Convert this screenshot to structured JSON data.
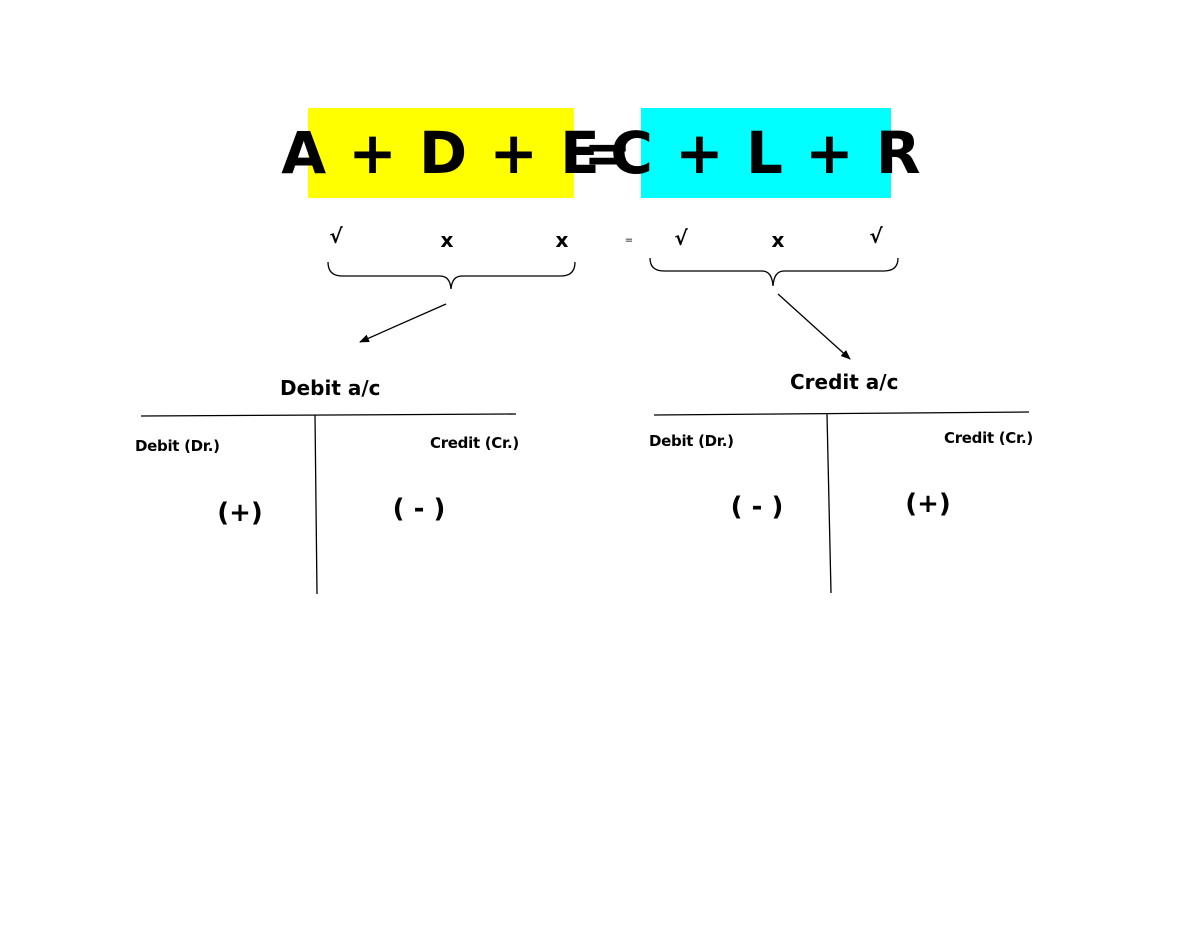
{
  "equation": {
    "left": "A + D + E",
    "equals": "=",
    "right": "C + L + R",
    "left_color": "#ffff00",
    "right_color": "#00ffff"
  },
  "marks": {
    "left": [
      "√",
      "x",
      "x"
    ],
    "equals": "=",
    "right": [
      "√",
      "x",
      "√"
    ]
  },
  "debit_account": {
    "title": "Debit a/c",
    "left_label": "Debit (Dr.)",
    "right_label": "Credit (Cr.)",
    "left_sign": "(+)",
    "right_sign": "( - )"
  },
  "credit_account": {
    "title": "Credit a/c",
    "left_label": "Debit (Dr.)",
    "right_label": "Credit (Cr.)",
    "left_sign": "( - )",
    "right_sign": "(+)"
  }
}
